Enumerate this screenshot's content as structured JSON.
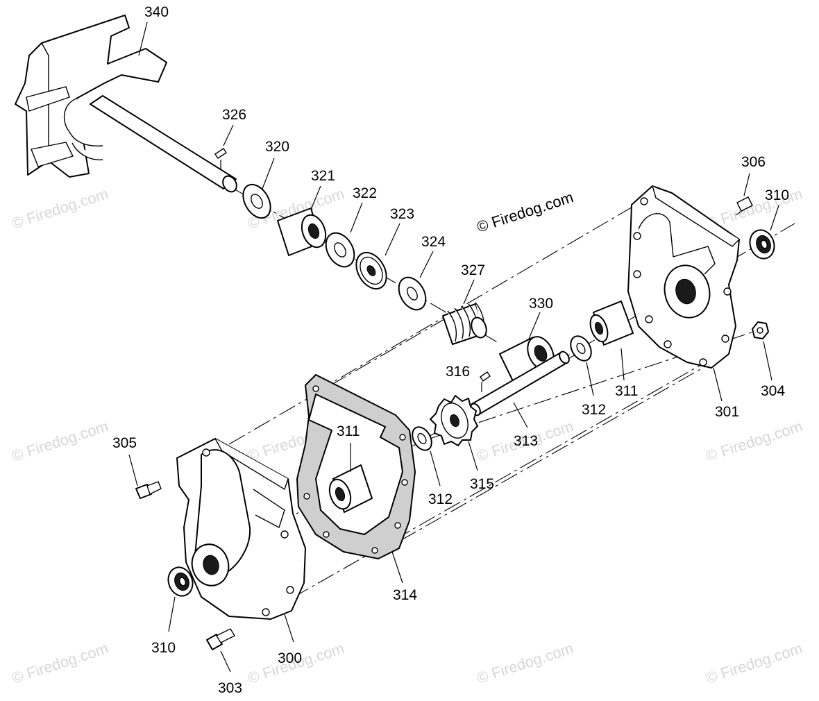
{
  "copyright": "© Firedog.com",
  "watermark": "© Firedog.com",
  "labels": [
    {
      "id": "340",
      "text": "340"
    },
    {
      "id": "326",
      "text": "326"
    },
    {
      "id": "320",
      "text": "320"
    },
    {
      "id": "321",
      "text": "321"
    },
    {
      "id": "322",
      "text": "322"
    },
    {
      "id": "323",
      "text": "323"
    },
    {
      "id": "324",
      "text": "324"
    },
    {
      "id": "327",
      "text": "327"
    },
    {
      "id": "330",
      "text": "330"
    },
    {
      "id": "316",
      "text": "316"
    },
    {
      "id": "306",
      "text": "306"
    },
    {
      "id": "310a",
      "text": "310"
    },
    {
      "id": "311a",
      "text": "311"
    },
    {
      "id": "312a",
      "text": "312"
    },
    {
      "id": "313",
      "text": "313"
    },
    {
      "id": "301",
      "text": "301"
    },
    {
      "id": "304",
      "text": "304"
    },
    {
      "id": "305",
      "text": "305"
    },
    {
      "id": "311b",
      "text": "311"
    },
    {
      "id": "312b",
      "text": "312"
    },
    {
      "id": "315",
      "text": "315"
    },
    {
      "id": "314",
      "text": "314"
    },
    {
      "id": "310b",
      "text": "310"
    },
    {
      "id": "300",
      "text": "300"
    },
    {
      "id": "303",
      "text": "303"
    }
  ]
}
